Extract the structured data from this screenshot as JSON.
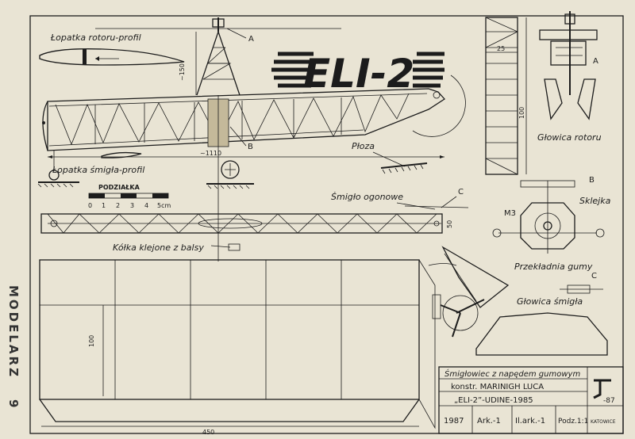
{
  "sidebar": {
    "magazine": "MODELARZ",
    "issue": "9"
  },
  "title": "ELI-2",
  "labels": {
    "rotor_blade_profile": "Łopatka rotoru-profil",
    "propeller_blade_profile": "Łopatka śmigła-profil",
    "scale_title": "PODZIAŁKA",
    "scale_ticks": [
      "0",
      "1",
      "2",
      "3",
      "4",
      "5cm"
    ],
    "skid": "Płoza",
    "tail_rotor": "Śmigło ogonowe",
    "balsa_wheels": "Kółka klejone z balsy",
    "rotor_head": "Głowica rotoru",
    "plywood": "Sklejka",
    "rubber_gear": "Przekładnia gumy",
    "prop_head": "Głowica śmigła",
    "m3": "M3"
  },
  "markers": {
    "a": "A",
    "b": "B",
    "c": "C"
  },
  "dimensions": {
    "height_150": "~150",
    "length_1110": "~1110",
    "width_25": "25",
    "height_100": "100",
    "tail_50": "50",
    "box_450": "450",
    "box_100": "100"
  },
  "title_block": {
    "line1": "Śmigłowiec z napędem gumowym",
    "line2": "konstr. MARINIGH LUCA",
    "line3": "„ELI-2”-UDINE-1985",
    "year": "1987",
    "sheet": "Ark.-1",
    "sheets_total": "Il.ark.-1",
    "scale": "Podz.1:1",
    "logo_year": "-87",
    "city": "KATOWICE"
  }
}
